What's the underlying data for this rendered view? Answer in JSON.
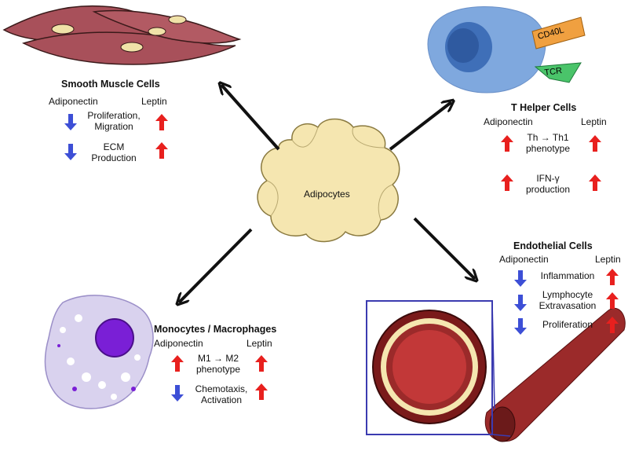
{
  "center": {
    "label": "Adipocytes"
  },
  "panels": {
    "smooth_muscle": {
      "title": "Smooth Muscle Cells",
      "left": "Adiponectin",
      "right": "Leptin",
      "effects": [
        {
          "text": "Proliferation,\nMigration",
          "adiponectin": "down",
          "leptin": "up"
        },
        {
          "text": "ECM\nProduction",
          "adiponectin": "down",
          "leptin": "up"
        }
      ]
    },
    "t_helper": {
      "title": "T Helper Cells",
      "left": "Adiponectin",
      "right": "Leptin",
      "effects": [
        {
          "text": "Th → Th1\nphenotype",
          "adiponectin": "up",
          "leptin": "up"
        },
        {
          "text": "IFN-γ\nproduction",
          "adiponectin": "up",
          "leptin": "up"
        }
      ],
      "receptors": [
        "CD40L",
        "TCR"
      ]
    },
    "monocytes": {
      "title": "Monocytes / Macrophages",
      "left": "Adiponectin",
      "right": "Leptin",
      "effects": [
        {
          "text": "M1 → M2\nphenotype",
          "adiponectin": "up",
          "leptin": "up"
        },
        {
          "text": "Chemotaxis,\nActivation",
          "adiponectin": "down",
          "leptin": "up"
        }
      ]
    },
    "endothelial": {
      "title": "Endothelial Cells",
      "left": "Adiponectin",
      "right": "Leptin",
      "effects": [
        {
          "text": "Inflammation",
          "adiponectin": "down",
          "leptin": "up"
        },
        {
          "text": "Lymphocyte\nExtravasation",
          "adiponectin": "down",
          "leptin": "up"
        },
        {
          "text": "Proliferation",
          "adiponectin": "down",
          "leptin": "up"
        }
      ]
    }
  },
  "colors": {
    "up_arrow": "#e8201e",
    "down_arrow": "#3d4fd6",
    "adipocyte": "#f5e6b0",
    "t_cell": "#7fa8de",
    "vessel": "#9b2a2a",
    "macrophage": "#d9d2ee",
    "muscle": "#a8505a"
  }
}
